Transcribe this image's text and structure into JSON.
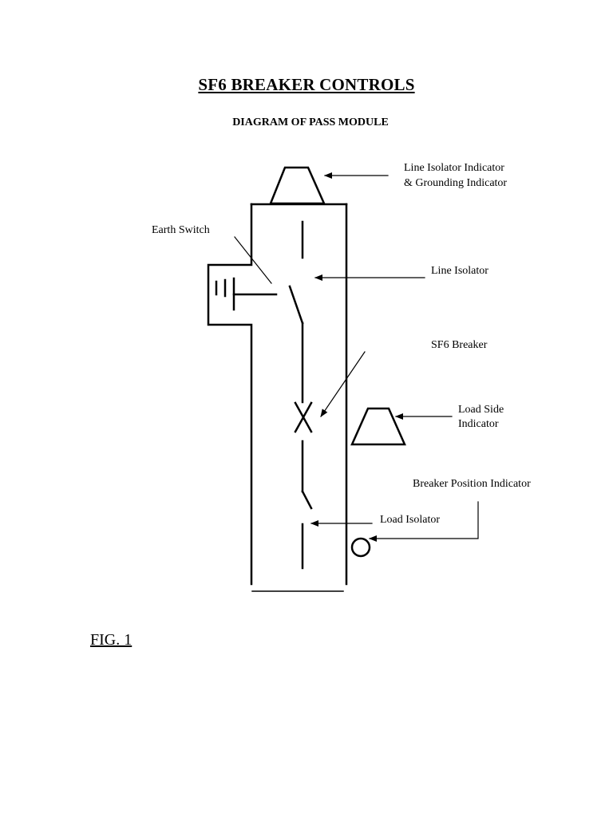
{
  "title": "SF6 BREAKER CONTROLS",
  "subtitle": "DIAGRAM OF PASS MODULE",
  "labels": {
    "line_isolator_indicator_1": "Line Isolator Indicator",
    "line_isolator_indicator_2": "& Grounding Indicator",
    "earth_switch": "Earth Switch",
    "line_isolator": "Line Isolator",
    "sf6_breaker": "SF6 Breaker",
    "load_side_1": "Load Side",
    "load_side_2": "Indicator",
    "breaker_position_indicator": "Breaker Position Indicator",
    "load_isolator": "Load Isolator"
  },
  "figure_caption": "FIG. 1"
}
